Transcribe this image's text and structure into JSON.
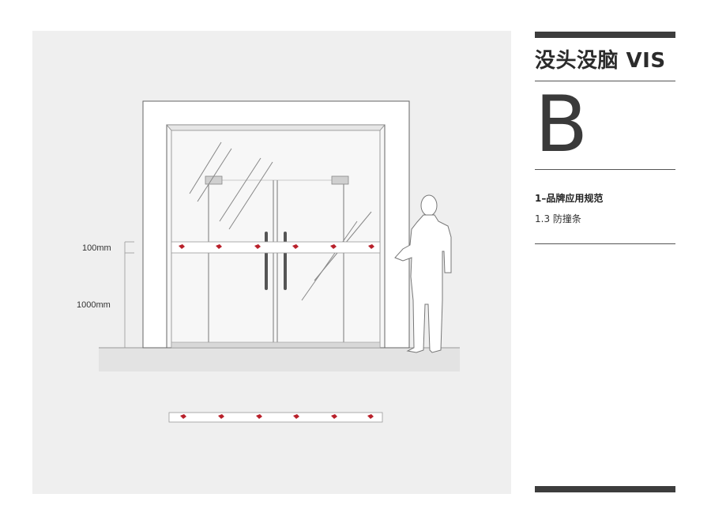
{
  "header": {
    "title": "没头没脑 VIS",
    "section_letter": "B",
    "chapter": "1–品牌应用规范",
    "item": "1.3 防撞条"
  },
  "drawing": {
    "dimensions": {
      "stripe_height": "100mm",
      "stripe_elevation": "1000mm"
    }
  },
  "colors": {
    "rule": "#3d3d3d",
    "panel": "#efefef",
    "logo_red": "#b8202a"
  },
  "icons": [
    "logo-mark-icon",
    "person-silhouette-icon"
  ]
}
